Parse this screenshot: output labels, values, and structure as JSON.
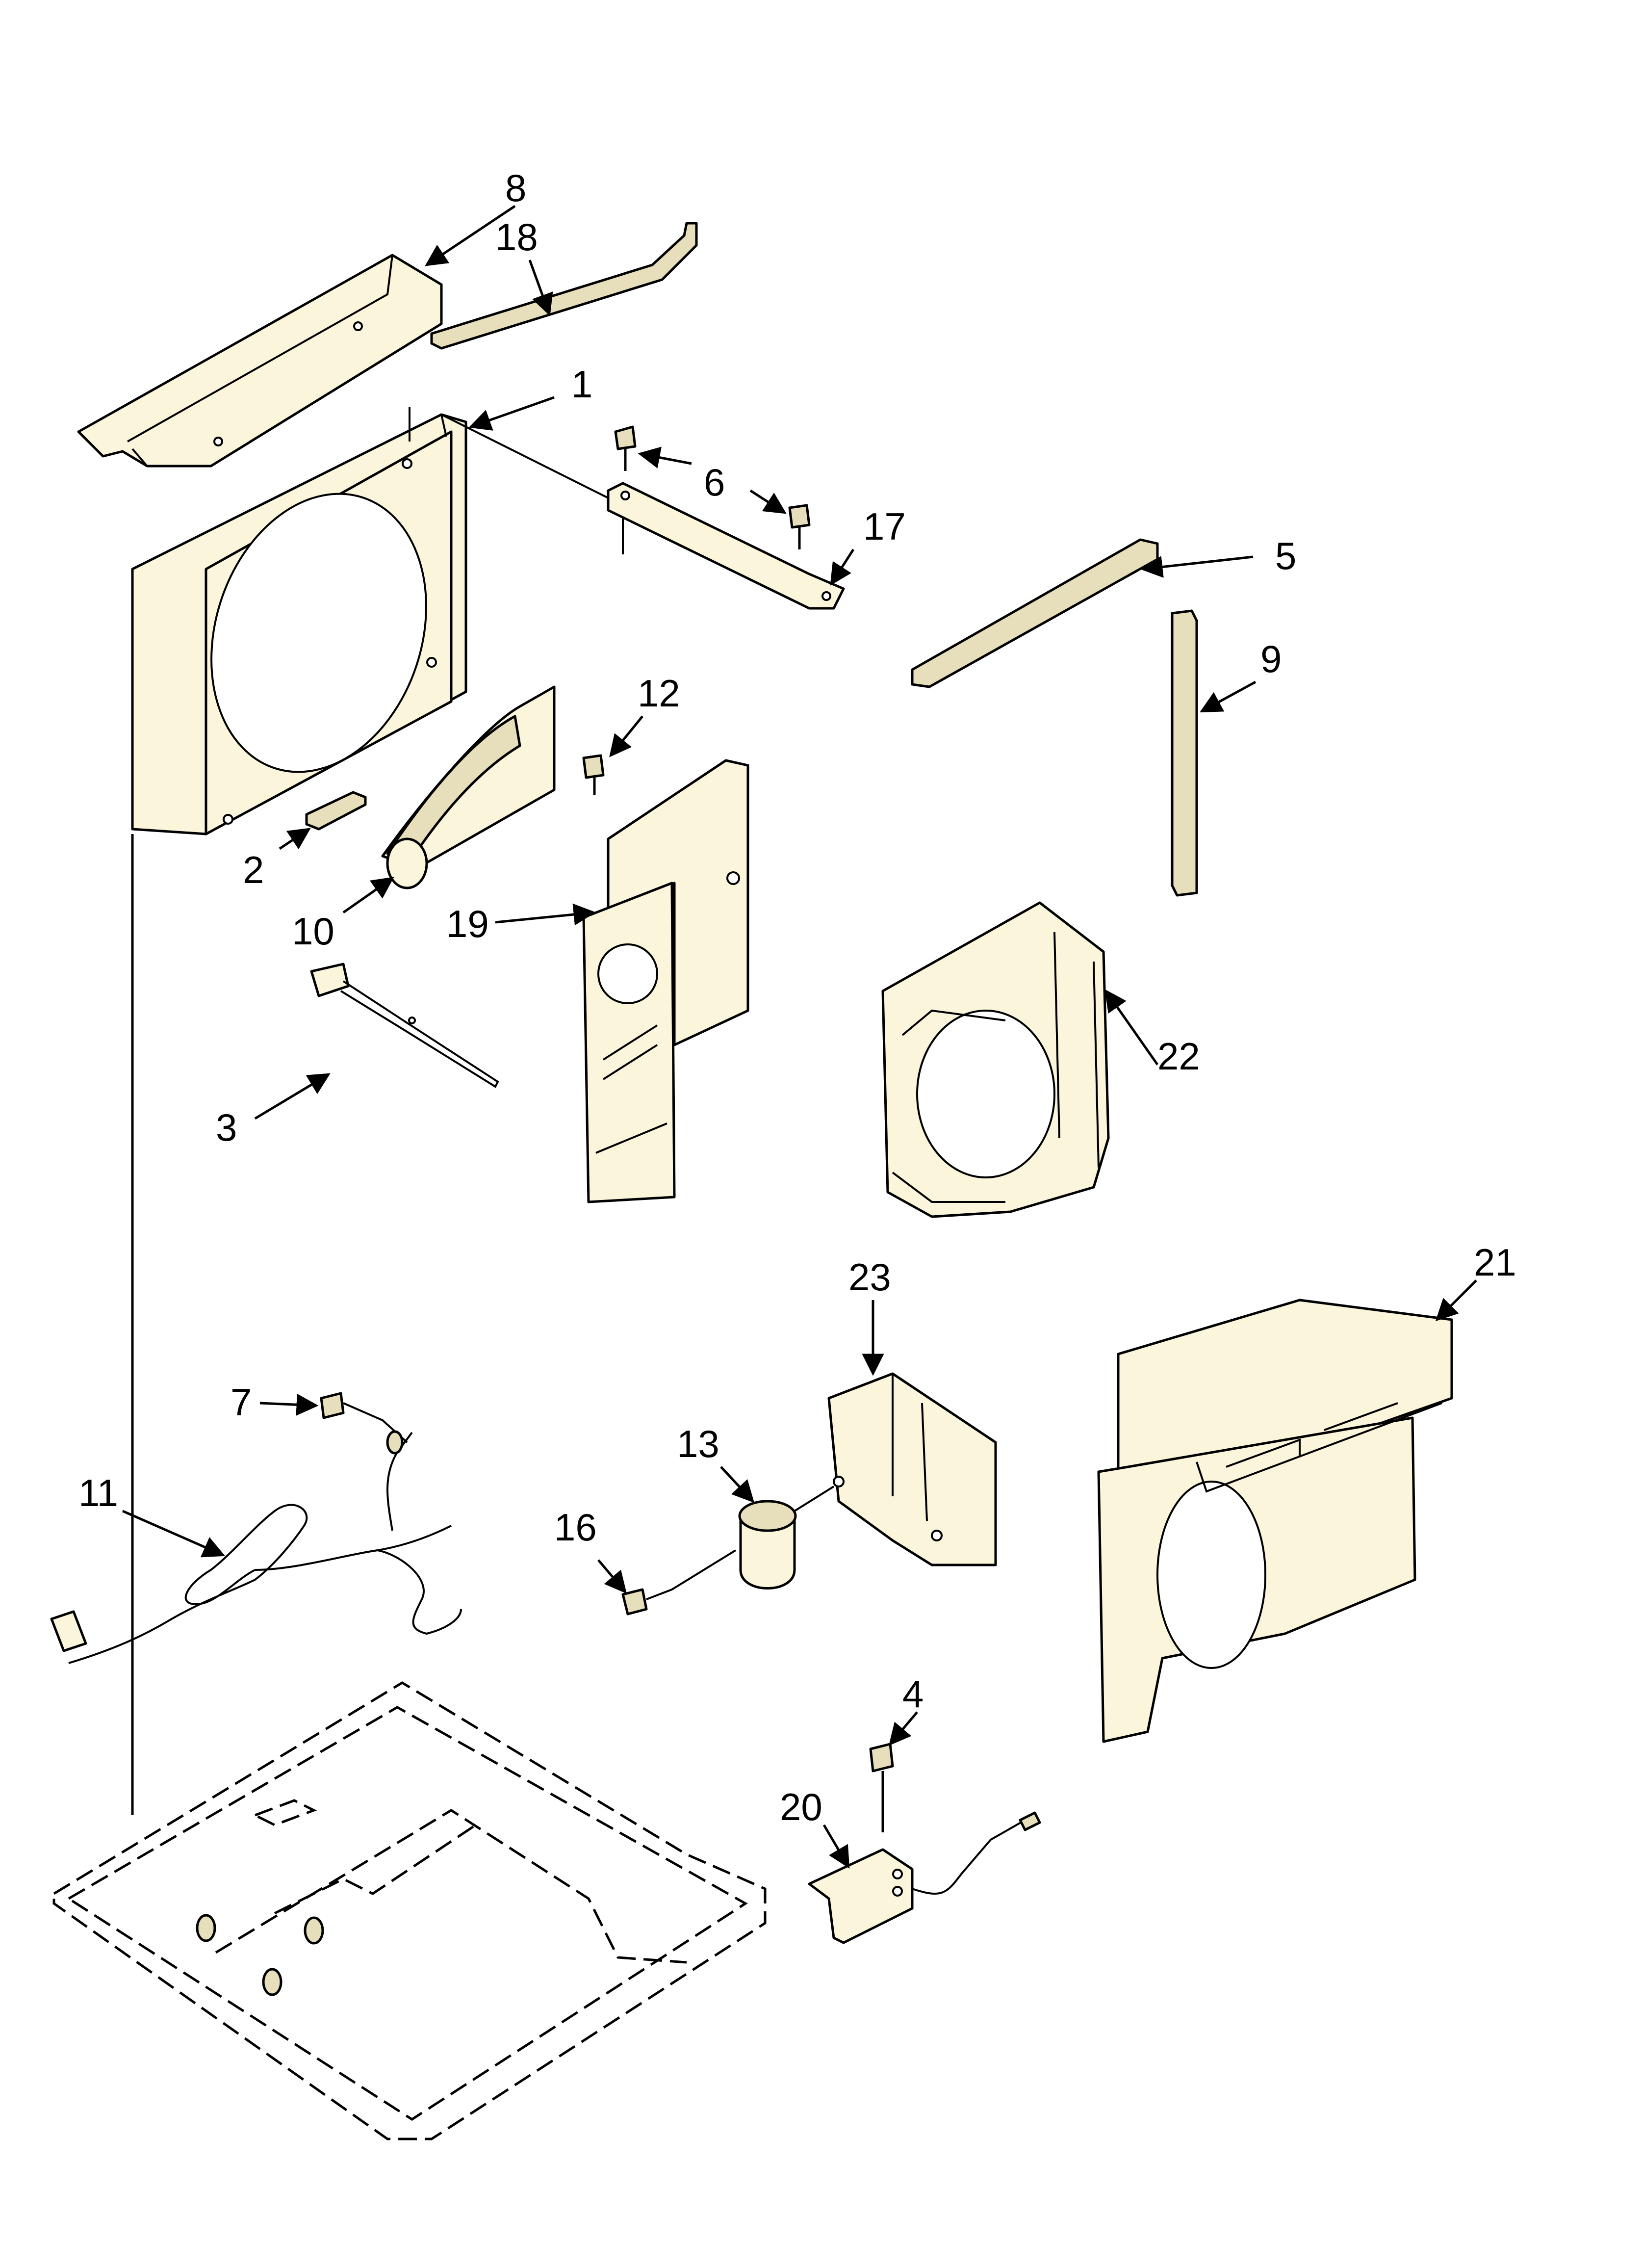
{
  "diagram": {
    "labels": {
      "p1": "1",
      "p2": "2",
      "p3": "3",
      "p4": "4",
      "p5": "5",
      "p6": "6",
      "p7": "7",
      "p8": "8",
      "p9": "9",
      "p10": "10",
      "p11": "11",
      "p12": "12",
      "p13": "13",
      "p16": "16",
      "p17": "17",
      "p18": "18",
      "p19": "19",
      "p20": "20",
      "p21": "21",
      "p22": "22",
      "p23": "23"
    },
    "colors": {
      "part_fill": "#fbf5dc",
      "line": "#000000",
      "background": "#ffffff"
    }
  }
}
